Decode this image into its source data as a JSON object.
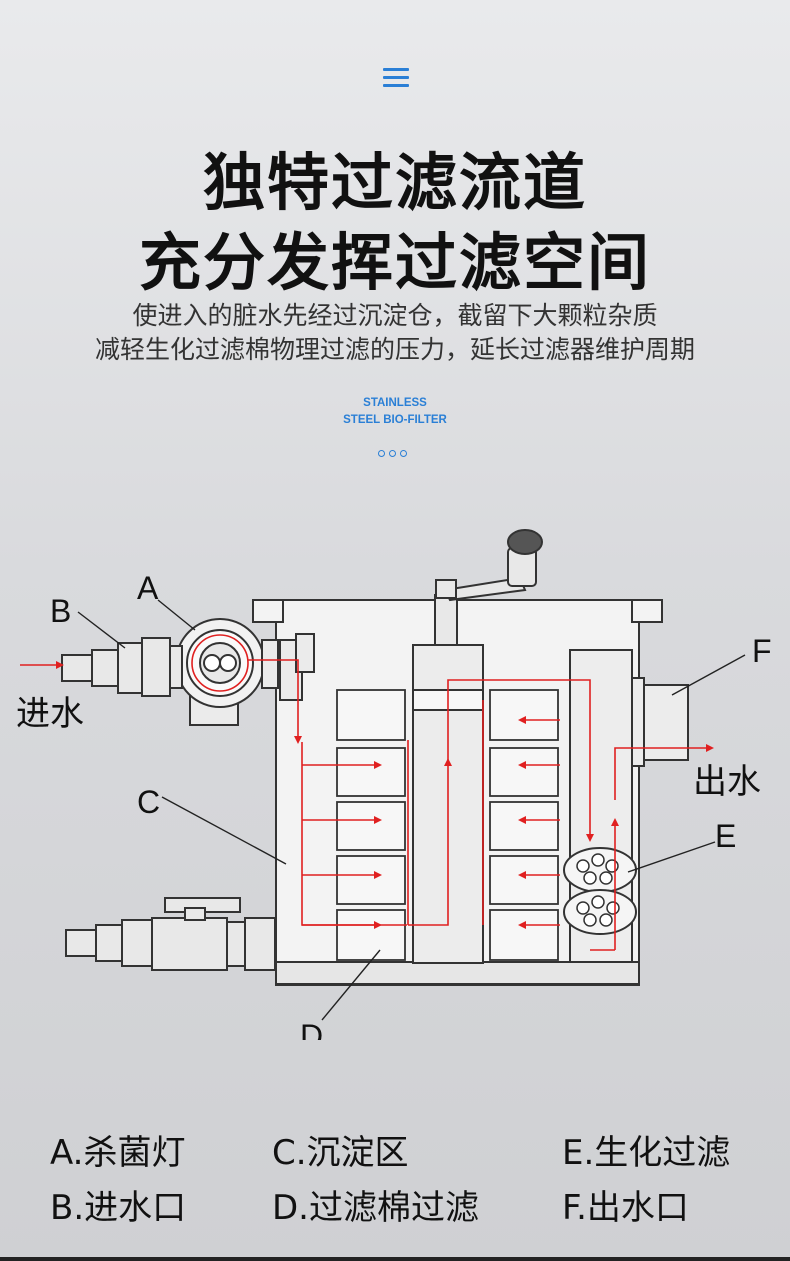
{
  "header": {
    "title_line1": "独特过滤流道",
    "title_line2": "充分发挥过滤空间",
    "desc_line1": "使进入的脏水先经过沉淀仓，截留下大颗粒杂质",
    "desc_line2": "减轻生化过滤棉物理过滤的压力，延长过滤器维护周期",
    "sub_line1": "STAINLESS",
    "sub_line2": "STEEL BIO-FILTER"
  },
  "diagram": {
    "labels": {
      "A": "A",
      "B": "B",
      "C": "C",
      "D": "D",
      "E": "E",
      "F": "F"
    },
    "inlet": "进水",
    "outlet": "出水",
    "flow_color": "#e02020"
  },
  "legend": [
    {
      "key": "a",
      "text": "A.杀菌灯"
    },
    {
      "key": "b",
      "text": "B.进水口"
    },
    {
      "key": "c",
      "text": "C.沉淀区"
    },
    {
      "key": "d",
      "text": "D.过滤棉过滤"
    },
    {
      "key": "e",
      "text": "E.生化过滤"
    },
    {
      "key": "f",
      "text": "F.出水口"
    }
  ]
}
